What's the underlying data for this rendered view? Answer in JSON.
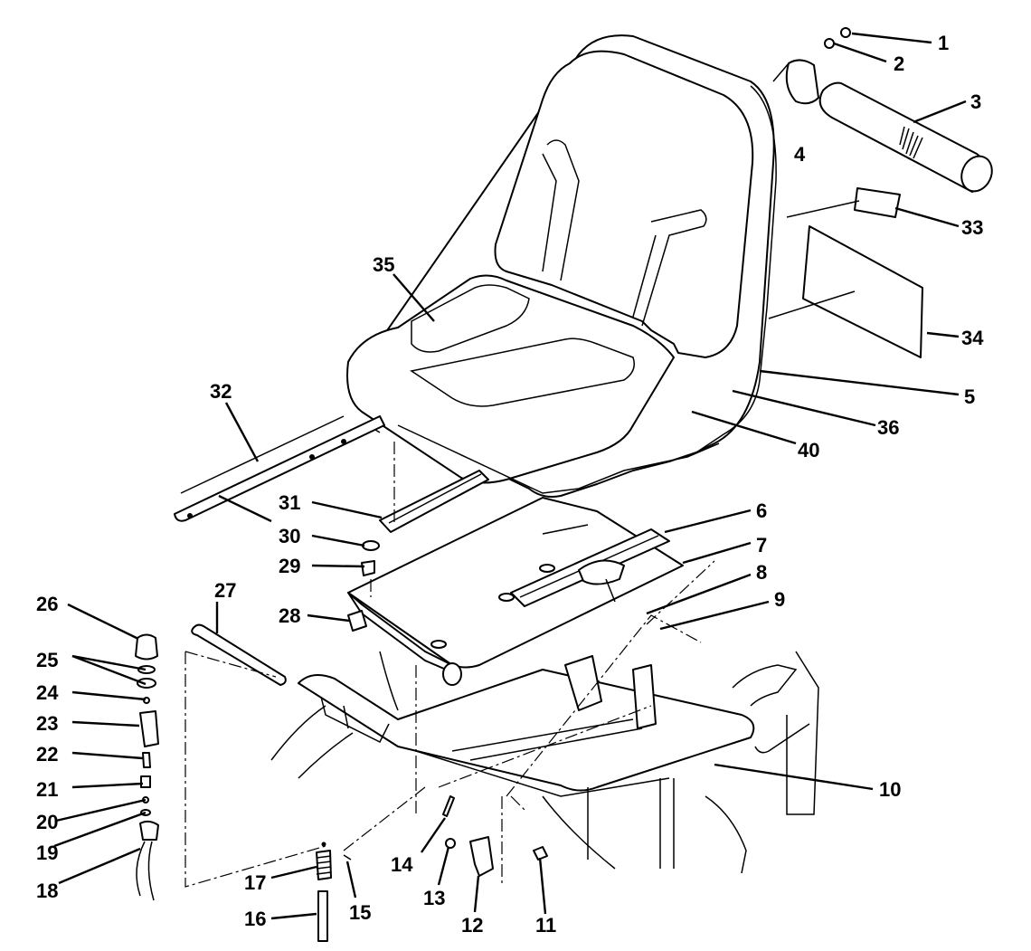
{
  "diagram": {
    "background": "#ffffff",
    "line_color": "#000000",
    "callouts": [
      "1",
      "2",
      "3",
      "4",
      "5",
      "6",
      "7",
      "8",
      "9",
      "10",
      "11",
      "12",
      "13",
      "14",
      "15",
      "16",
      "17",
      "18",
      "19",
      "20",
      "21",
      "22",
      "23",
      "24",
      "25",
      "26",
      "27",
      "28",
      "29",
      "30",
      "31",
      "32",
      "33",
      "34",
      "35",
      "36",
      "40"
    ]
  }
}
